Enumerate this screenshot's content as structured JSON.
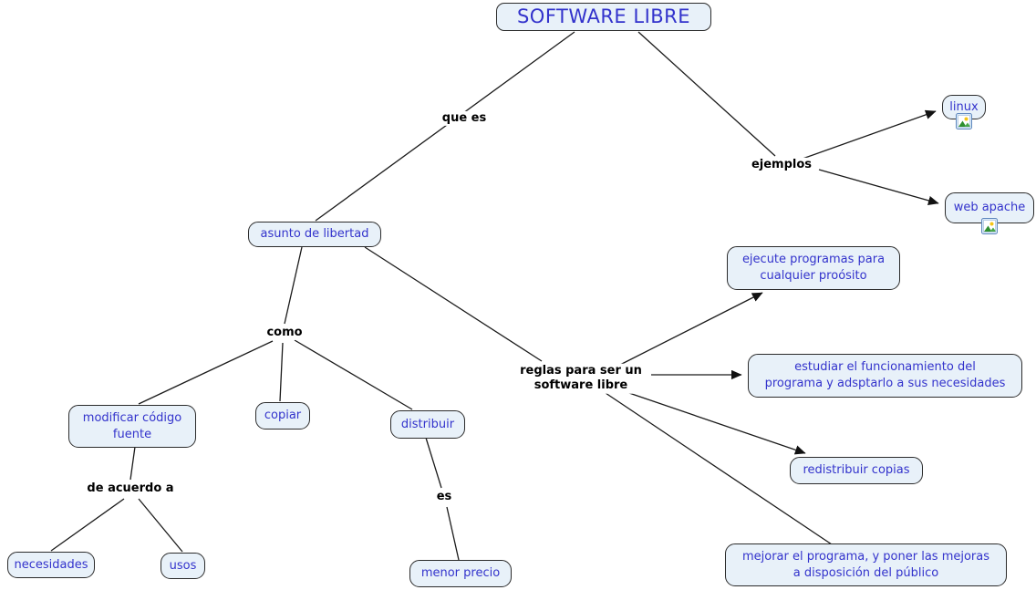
{
  "diagram": {
    "title": "SOFTWARE LIBRE",
    "nodes": {
      "asunto": "asunto de libertad",
      "linux": "linux",
      "web_apache": "web apache",
      "ejecute": "ejecute programas para\ncualquier proósito",
      "estudiar": "estudiar el funcionamiento del\nprograma y adsptarlo a sus necesidades",
      "redistribuir": "redistribuir copias",
      "mejorar": "mejorar el programa, y poner las mejoras\na disposición del público",
      "modificar": "modificar código\nfuente",
      "copiar": "copiar",
      "distribuir": "distribuir",
      "necesidades": "necesidades",
      "usos": "usos",
      "menor_precio": "menor precio"
    },
    "linking_phrases": {
      "que_es": "que es",
      "ejemplos": "ejemplos",
      "como": "como",
      "reglas": "reglas para ser un\nsoftware libre",
      "de_acuerdo_a": "de acuerdo a",
      "es": "es"
    },
    "edges": [
      {
        "from": "SOFTWARE LIBRE",
        "link": "que es",
        "to": "asunto de libertad",
        "arrow": false
      },
      {
        "from": "SOFTWARE LIBRE",
        "link": "ejemplos",
        "to": "linux",
        "arrow": true
      },
      {
        "from": "SOFTWARE LIBRE",
        "link": "ejemplos",
        "to": "web apache",
        "arrow": true
      },
      {
        "from": "asunto de libertad",
        "link": "como",
        "to": "modificar código fuente",
        "arrow": false
      },
      {
        "from": "asunto de libertad",
        "link": "como",
        "to": "copiar",
        "arrow": false
      },
      {
        "from": "asunto de libertad",
        "link": "como",
        "to": "distribuir",
        "arrow": false
      },
      {
        "from": "asunto de libertad",
        "link": "reglas para ser un software libre",
        "to": "ejecute programas para cualquier proósito",
        "arrow": true
      },
      {
        "from": "asunto de libertad",
        "link": "reglas para ser un software libre",
        "to": "estudiar el funcionamiento del programa y adsptarlo a sus necesidades",
        "arrow": true
      },
      {
        "from": "asunto de libertad",
        "link": "reglas para ser un software libre",
        "to": "redistribuir copias",
        "arrow": true
      },
      {
        "from": "asunto de libertad",
        "link": "reglas para ser un software libre",
        "to": "mejorar el programa, y poner las mejoras a disposición del público",
        "arrow": false
      },
      {
        "from": "modificar código fuente",
        "link": "de acuerdo a",
        "to": "necesidades",
        "arrow": false
      },
      {
        "from": "modificar código fuente",
        "link": "de acuerdo a",
        "to": "usos",
        "arrow": false
      },
      {
        "from": "distribuir",
        "link": "es",
        "to": "menor precio",
        "arrow": false
      }
    ],
    "icons": {
      "linux_resource": "image-icon",
      "web_apache_resource": "image-icon"
    },
    "colors": {
      "background": "#ffffff",
      "node_background": "#e8f1f9",
      "node_border": "#2b2b2b",
      "node_text": "#3333cc",
      "linking_phrase_text": "#000000",
      "line": "#1a1a1a"
    }
  }
}
